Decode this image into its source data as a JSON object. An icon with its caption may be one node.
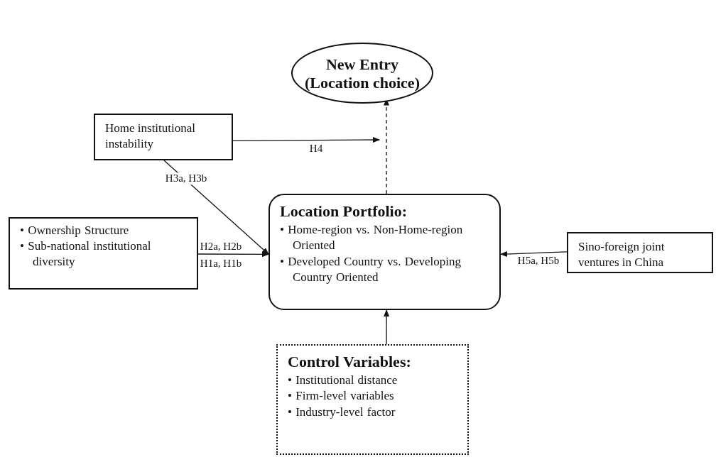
{
  "diagram": {
    "nodes": [
      {
        "text": [
          "New Entry (Location choice)"
        ]
      },
      {
        "text": [
          "Home institutional instability"
        ]
      },
      {
        "text": [
          "• Ownership Structure",
          "• Sub-national institutional diversity"
        ]
      },
      {
        "text": [
          "Location Portfolio:",
          "• Home-region vs. Non-Home-region Oriented",
          "• Developed Country vs. Developing Country Oriented"
        ]
      },
      {
        "text": [
          "Sino-foreign joint ventures in China"
        ]
      },
      {
        "text": [
          "Control Variables:",
          "• Institutional distance",
          "• Firm-level variables",
          "• Industry-level factor"
        ]
      }
    ],
    "edges": [
      {
        "from": 3,
        "to": 0,
        "arrow": "to",
        "style": "dashed"
      },
      {
        "from": 1,
        "to": null,
        "arrow": "to",
        "label": "H4"
      },
      {
        "from": 1,
        "to": 3,
        "arrow": "to",
        "label": "H3a, H3b"
      },
      {
        "from": 2,
        "to": 3,
        "arrow": "to",
        "label": "H2a, H2b"
      },
      {
        "from": 4,
        "to": 3,
        "arrow": "to",
        "label": "H5a, H5b"
      },
      {
        "from": 5,
        "to": 3,
        "arrow": "to"
      }
    ],
    "labels": [
      "H1a, H1b"
    ]
  }
}
